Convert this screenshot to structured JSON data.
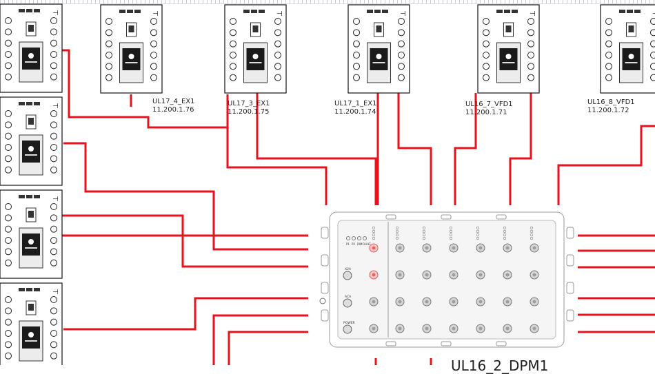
{
  "diagram": {
    "colors": {
      "wire": "#e8121c",
      "outline": "#111111",
      "panel": "#f4f5f4",
      "module": "#ffffff"
    },
    "top_devices": [
      {
        "name": "UL17_4_EX1",
        "ip": "11.200.1.76"
      },
      {
        "name": "UL17_3_EX1",
        "ip": "11.200.1.75"
      },
      {
        "name": "UL17_1_EX1",
        "ip": "11.200.1.74"
      },
      {
        "name": "UL16_7_VFD1",
        "ip": "11.200.1.71"
      },
      {
        "name": "UL16_8_VFD1",
        "ip": "11.200.1.72"
      }
    ],
    "dpm": {
      "title": "UL16_2_DPM1",
      "status_labels": [
        "P1",
        "P2",
        "RIM",
        "FAULT"
      ],
      "port_labels": [
        "X2A",
        "ACA",
        "POWER"
      ]
    }
  }
}
